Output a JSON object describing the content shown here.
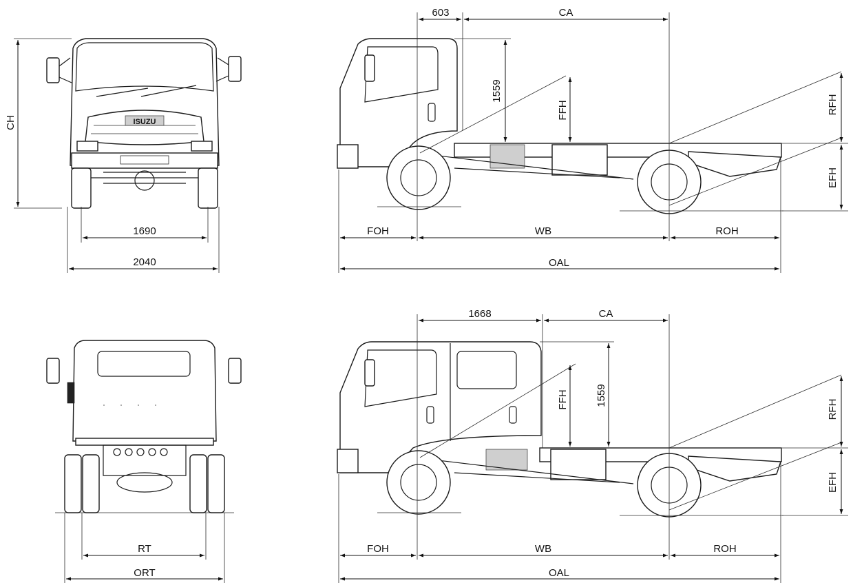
{
  "brand": {
    "grille_badge": "ISUZU"
  },
  "front_view": {
    "height_label": "CH",
    "inner_width": "1690",
    "outer_width": "2040"
  },
  "rear_view": {
    "inner_width": "RT",
    "outer_width": "ORT"
  },
  "single_cab_side": {
    "cab_offset": "603",
    "cab_to_axle": "CA",
    "cab_height": "1559",
    "front_frame_height": "FFH",
    "rear_frame_height": "RFH",
    "end_frame_height": "EFH",
    "front_overhang": "FOH",
    "wheelbase": "WB",
    "rear_overhang": "ROH",
    "overall_length": "OAL"
  },
  "crew_cab_side": {
    "cab_offset": "1668",
    "cab_to_axle": "CA",
    "cab_height": "1559",
    "front_frame_height": "FFH",
    "rear_frame_height": "RFH",
    "end_frame_height": "EFH",
    "front_overhang": "FOH",
    "wheelbase": "WB",
    "rear_overhang": "ROH",
    "overall_length": "OAL"
  }
}
